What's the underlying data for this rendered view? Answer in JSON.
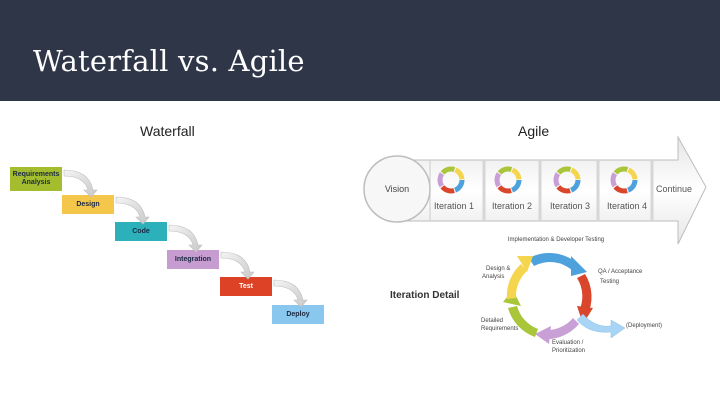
{
  "slide": {
    "title": "Waterfall vs. Agile"
  },
  "waterfall": {
    "label": "Waterfall",
    "steps": [
      {
        "label": "Requirements Analysis",
        "color": "#a4bd2f",
        "text_color": "#1b2a44"
      },
      {
        "label": "Design",
        "color": "#f4c64a",
        "text_color": "#1b2a44"
      },
      {
        "label": "Code",
        "color": "#2cb0b9",
        "text_color": "#1b2a44"
      },
      {
        "label": "Integration",
        "color": "#c69cd1",
        "text_color": "#1b2a44"
      },
      {
        "label": "Test",
        "color": "#dd4227",
        "text_color": "#ffffff"
      },
      {
        "label": "Deploy",
        "color": "#8ac7ee",
        "text_color": "#1b2a44"
      }
    ]
  },
  "agile": {
    "label": "Agile",
    "start_label": "Vision",
    "end_label": "Continue",
    "iterations": [
      "Iteration 1",
      "Iteration 2",
      "Iteration 3",
      "Iteration 4"
    ],
    "detail_title": "Iteration Detail",
    "cycle_labels": {
      "implementation": "Implementation & Developer Testing",
      "qa": "QA / Acceptance Testing",
      "deployment": "(Deployment)",
      "evaluation": "Evaluation / Prioritization",
      "requirements": "Detailed Requirements",
      "design": "Design & Analysis"
    },
    "colors": {
      "blue": "#4da1dd",
      "red": "#d9462b",
      "purple": "#c9a0d6",
      "green": "#a9c53a",
      "yellow": "#f5d54e",
      "light_blue": "#a8d5f5"
    }
  }
}
